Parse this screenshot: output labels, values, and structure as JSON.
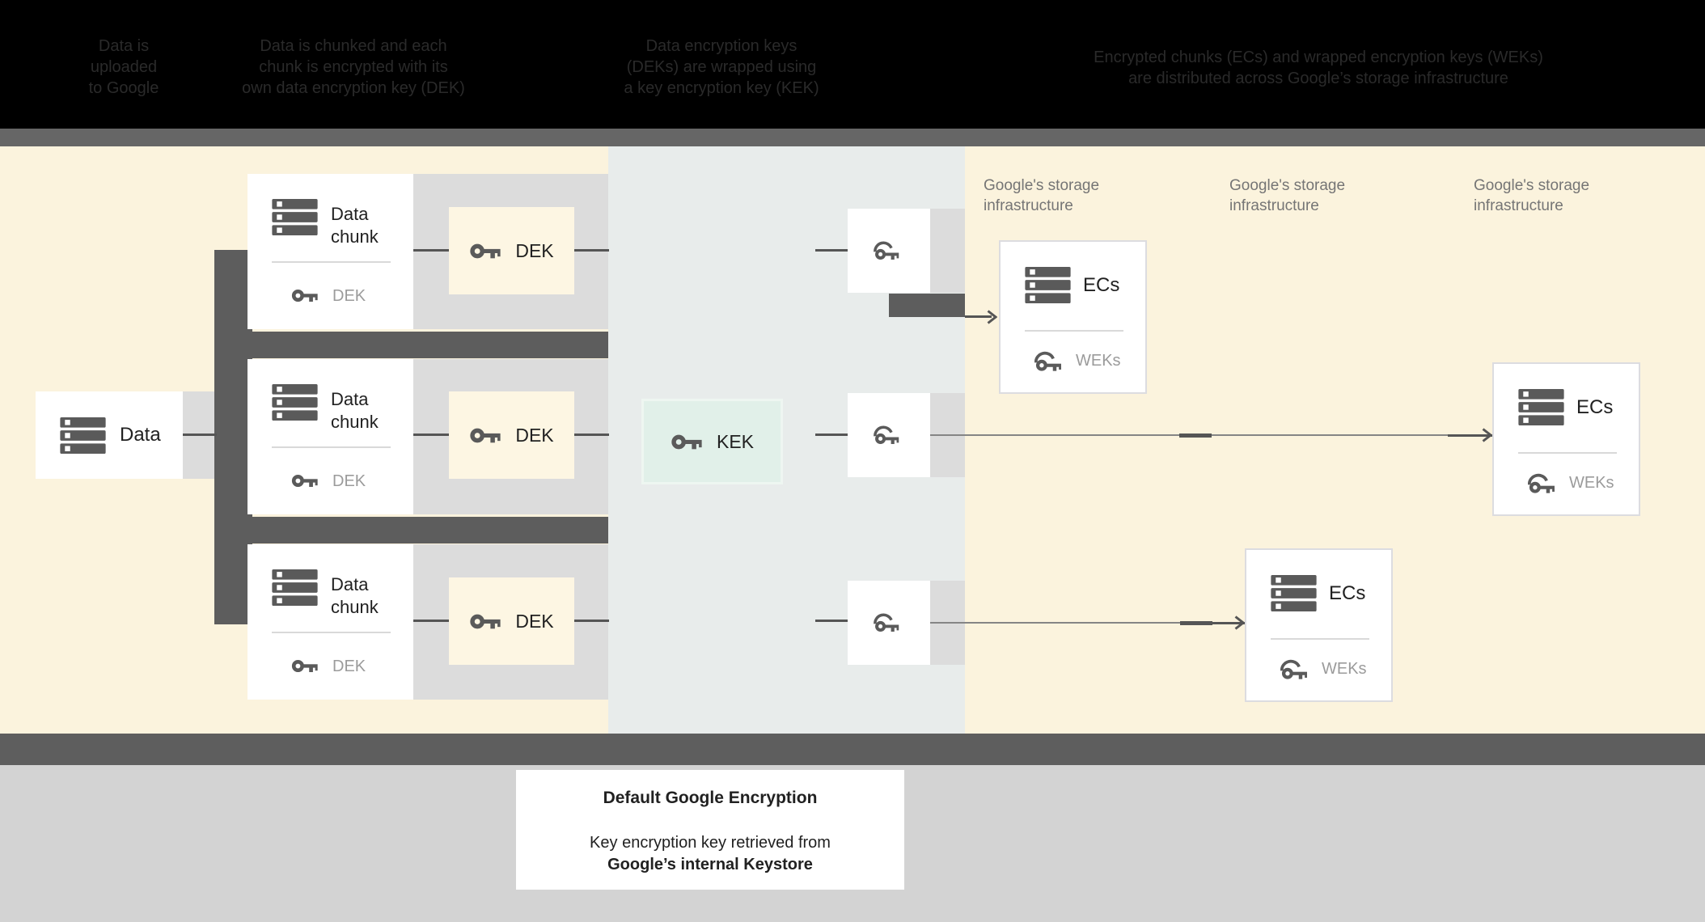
{
  "header_steps": [
    {
      "lines": [
        "Data is",
        "uploaded",
        "to Google"
      ]
    },
    {
      "lines": [
        "Data is chunked and each",
        "chunk is encrypted with its",
        "own data encryption key (DEK)"
      ]
    },
    {
      "lines": [
        "Data encryption keys",
        "(DEKs) are wrapped using",
        "a key encryption key (KEK)"
      ]
    },
    {
      "lines": [
        "Encrypted chunks (ECs) and wrapped encryption keys (WEKs)",
        "are distributed across Google’s storage infrastructure"
      ]
    }
  ],
  "diagram": {
    "storage_label_line1": "Google's storage",
    "storage_label_line2": "infrastructure",
    "data_label": "Data",
    "data_chunk_label": "Data chunk",
    "dek_label": "DEK",
    "kek_label": "KEK",
    "ecs_label": "ECs",
    "weks_label": "WEKs"
  },
  "caption": {
    "title": "Default Google Encryption",
    "body_line1": "Key encryption key retrieved from",
    "body_line2": "Google’s internal Keystore"
  },
  "colors": {
    "cream_background": "#fbf3dd",
    "panel_background": "#e8eceb",
    "kek_mint": "#e1f0e9",
    "dark_gray": "#5d5d5d",
    "light_gray_band": "#dcdcdc",
    "text_dark": "#212121",
    "text_gray": "#757575",
    "text_light_gray": "#9b9b9b"
  }
}
